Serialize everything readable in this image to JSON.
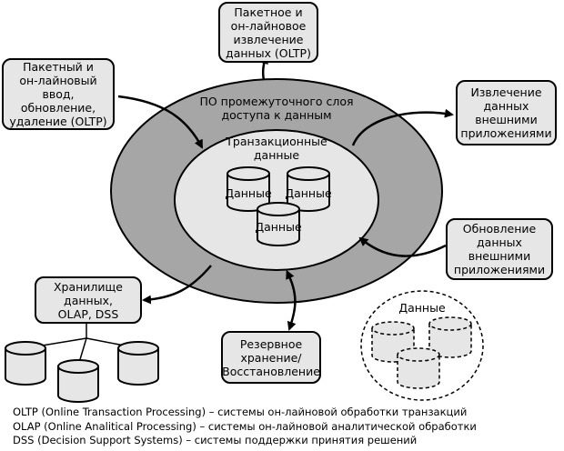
{
  "diagram": {
    "middleware_label": "ПО промежуточного слоя\nдоступа к данным",
    "transactional_label": "Транзакционные\nданные",
    "db_label": "Данные",
    "external_group_label": "Данные",
    "boxes": {
      "batch_extract": "Пакетное и\nон-лайновое\nизвлечение\nданных (OLTP)",
      "batch_input": "Пакетный и\nон-лайновый ввод,\nобновление,\nудаление (OLTP)",
      "external_extract": "Извлечение\nданных\nвнешними\nприложениями",
      "external_update": "Обновление\nданных\nвнешними\nприложениями",
      "warehouse": "Хранилище\nданных,\nOLAP, DSS",
      "backup": "Резервное\nхранение/\nВосстановление"
    }
  },
  "legend": [
    "OLTP (Online Transaction Processing) – системы он-лайновой обработки транзакций",
    "OLAP (Online Analitical Processing) – системы он-лайновой аналитической обработки",
    "DSS (Decision Support Systems) – системы поддержки принятия решений"
  ],
  "colors": {
    "outer_ring": "#a6a6a6",
    "inner_fill": "#e6e6e6",
    "box_fill": "#e6e6e6",
    "stroke": "#000000"
  }
}
